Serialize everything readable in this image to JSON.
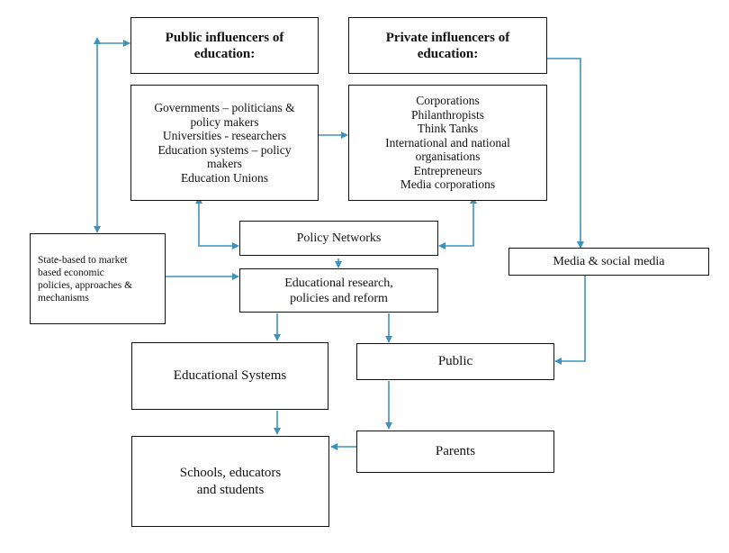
{
  "diagram": {
    "public_header": [
      "Public influencers of",
      "education:"
    ],
    "private_header": [
      "Private influencers of",
      "education:"
    ],
    "public_list": [
      "Governments – politicians &",
      "policy makers",
      "Universities - researchers",
      "Education systems – policy",
      "makers",
      "Education Unions"
    ],
    "private_list": [
      "Corporations",
      "Philanthropists",
      "Think Tanks",
      "International and national",
      "organisations",
      "Entrepreneurs",
      "Media corporations"
    ],
    "policy_networks": "Policy Networks",
    "state_based": [
      "State-based to market",
      "based economic",
      "policies, approaches &",
      "mechanisms"
    ],
    "research": [
      "Educational research,",
      "policies and reform"
    ],
    "media": "Media & social media",
    "educational_systems": "Educational Systems",
    "public": "Public",
    "parents": "Parents",
    "schools": [
      "Schools, educators",
      "and students"
    ]
  },
  "colors": {
    "arrow": "#3d93bd",
    "border": "#111111"
  }
}
